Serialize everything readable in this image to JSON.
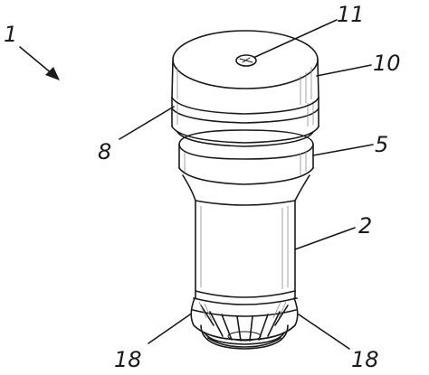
{
  "figure": {
    "reference_numerals": {
      "assembly": "1",
      "cap_screw": "11",
      "cap": "10",
      "cap_ring": "8",
      "collar": "5",
      "tube": "2",
      "tip_left": "18",
      "tip_right": "18"
    },
    "colors": {
      "ink": "#1a1a1a",
      "shade": "#8a8a8a",
      "background": "#ffffff"
    }
  }
}
